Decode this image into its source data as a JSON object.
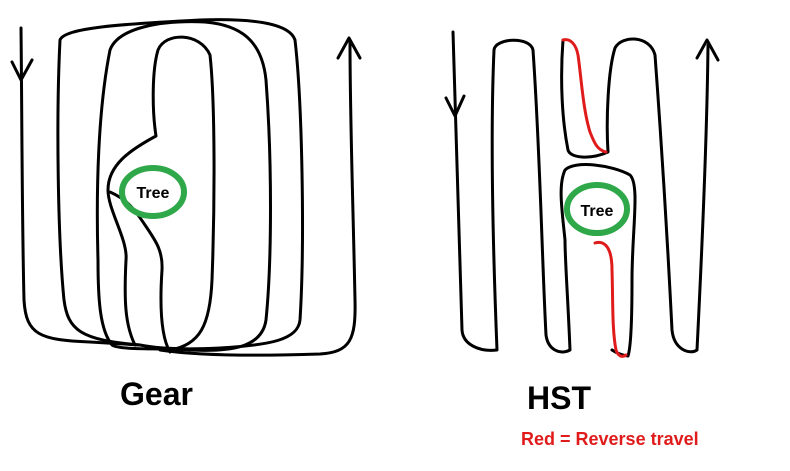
{
  "diagrams": [
    {
      "caption": "Gear",
      "obstacle_label": "Tree"
    },
    {
      "caption": "HST",
      "obstacle_label": "Tree"
    }
  ],
  "legend": {
    "text": "Red = Reverse travel"
  },
  "colors": {
    "path": "#000000",
    "reverse_path": "#e01b1b",
    "tree_ring": "#2fa84a"
  }
}
